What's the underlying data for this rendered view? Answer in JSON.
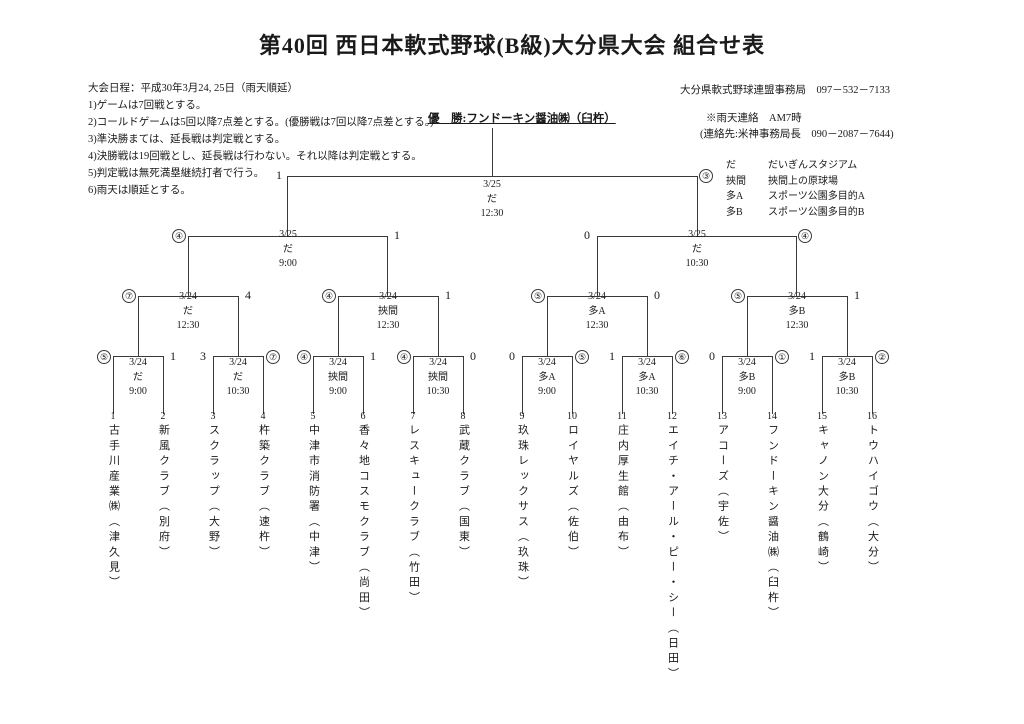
{
  "title": "第40回 西日本軟式野球(B級)大分県大会  組合せ表",
  "notes": [
    "大会日程：平成30年3月24, 25日（雨天順延）",
    "1)ゲームは7回戦とする。",
    "2)コールドゲームは5回以降7点差とする。(優勝戦は7回以降7点差とする。)",
    "3)準決勝まては、延長戦は判定戦とする。",
    "4)決勝戦は19回戦とし、延長戦は行わない。それ以降は判定戦とする。",
    "5)判定戦は無死満塁継続打者で行う。",
    "6)雨天は順延とする。"
  ],
  "champion": "優　勝:フンドーキン醤油㈱（臼杵）",
  "contact": {
    "org": "大分県軟式野球連盟事務局　097－532－7133",
    "rain": "※雨天連絡　AM7時",
    "tel": "(連絡先:米神事務局長　090－2087－7644)"
  },
  "legend": [
    {
      "abbr": "だ",
      "name": "だいぎんスタジアム"
    },
    {
      "abbr": "挾間",
      "name": "挾間上の原球場"
    },
    {
      "abbr": "多A",
      "name": "スポーツ公園多目的A"
    },
    {
      "abbr": "多B",
      "name": "スポーツ公園多目的B"
    }
  ],
  "matches": {
    "final": {
      "date": "3/25",
      "venue": "だ",
      "time": "12:30"
    },
    "semi_l": {
      "date": "3/25",
      "venue": "だ",
      "time": "9:00"
    },
    "semi_r": {
      "date": "3/25",
      "venue": "だ",
      "time": "10:30"
    },
    "qf1": {
      "date": "3/24",
      "venue": "だ",
      "time": "12:30"
    },
    "qf2": {
      "date": "3/24",
      "venue": "挾間",
      "time": "12:30"
    },
    "qf3": {
      "date": "3/24",
      "venue": "多A",
      "time": "12:30"
    },
    "qf4": {
      "date": "3/24",
      "venue": "多B",
      "time": "12:30"
    },
    "r1_1": {
      "date": "3/24",
      "venue": "だ",
      "time": "9:00"
    },
    "r1_2": {
      "date": "3/24",
      "venue": "だ",
      "time": "10:30"
    },
    "r1_3": {
      "date": "3/24",
      "venue": "挾間",
      "time": "9:00"
    },
    "r1_4": {
      "date": "3/24",
      "venue": "挾間",
      "time": "10:30"
    },
    "r1_5": {
      "date": "3/24",
      "venue": "多A",
      "time": "9:00"
    },
    "r1_6": {
      "date": "3/24",
      "venue": "多A",
      "time": "10:30"
    },
    "r1_7": {
      "date": "3/24",
      "venue": "多B",
      "time": "9:00"
    },
    "r1_8": {
      "date": "3/24",
      "venue": "多B",
      "time": "10:30"
    }
  },
  "scores": {
    "final_left": "1",
    "final_right": "③",
    "semi_l_left": "④",
    "semi_l_right": "1",
    "semi_r_left": "0",
    "semi_r_right": "④",
    "qf1_left": "⑦",
    "qf1_right": "4",
    "qf2_left": "④",
    "qf2_right": "1",
    "qf3_left": "⑤",
    "qf3_right": "0",
    "qf4_left": "⑤",
    "qf4_right": "1",
    "r1_1_left": "⑤",
    "r1_1_right": "1",
    "r1_2_left": "3",
    "r1_2_right": "⑦",
    "r1_3_left": "④",
    "r1_3_right": "1",
    "r1_4_left": "④",
    "r1_4_right": "0",
    "r1_5_left": "0",
    "r1_5_right": "⑤",
    "r1_6_left": "1",
    "r1_6_right": "⑥",
    "r1_7_left": "0",
    "r1_7_right": "①",
    "r1_8_left": "1",
    "r1_8_right": "②"
  },
  "teams": [
    {
      "num": "1",
      "name": "古手川産業㈱（津久見）"
    },
    {
      "num": "2",
      "name": "新風クラブ（別府）"
    },
    {
      "num": "3",
      "name": "スクラップ（大野）"
    },
    {
      "num": "4",
      "name": "杵築クラブ（速杵）"
    },
    {
      "num": "5",
      "name": "中津市消防署（中津）"
    },
    {
      "num": "6",
      "name": "香々地コスモクラブ（尚田）"
    },
    {
      "num": "7",
      "name": "レスキュークラブ（竹田）"
    },
    {
      "num": "8",
      "name": "武蔵クラブ（国東）"
    },
    {
      "num": "9",
      "name": "玖珠レックサス（玖珠）"
    },
    {
      "num": "10",
      "name": "ロイヤルズ（佐伯）"
    },
    {
      "num": "11",
      "name": "庄内厚生館（由布）"
    },
    {
      "num": "12",
      "name": "エイチ・アール・ピー・シー（日田）"
    },
    {
      "num": "13",
      "name": "アコーズ（宇佐）"
    },
    {
      "num": "14",
      "name": "フンドーキン醤油㈱（臼杵）"
    },
    {
      "num": "15",
      "name": "キャノン大分（鶴崎）"
    },
    {
      "num": "16",
      "name": "トウハイゴウ（大分）"
    }
  ]
}
